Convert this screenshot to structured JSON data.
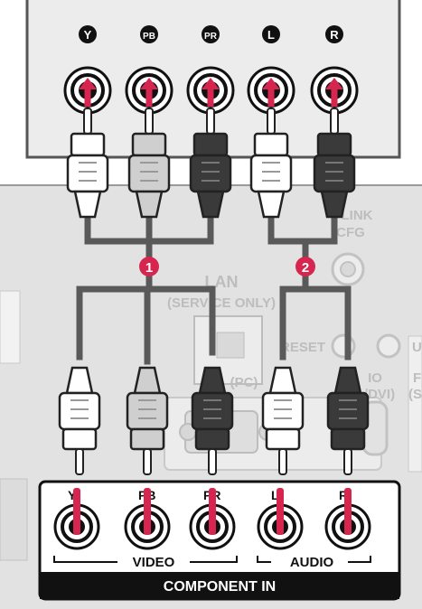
{
  "device_top": {
    "jacks": [
      {
        "label": "Y",
        "color": "#ffffff"
      },
      {
        "label": "PB",
        "color": "#dcdcdc"
      },
      {
        "label": "PR",
        "color": "#3c3c3c"
      },
      {
        "label": "L",
        "color": "#ffffff"
      },
      {
        "label": "R",
        "color": "#3c3c3c"
      }
    ]
  },
  "tv_panel": {
    "lan_label": "LAN",
    "lan_sublabel": "(SERVICE ONLY)",
    "link_label": "LINK",
    "cfg_label": "CFG",
    "reset_label": "RESET",
    "rgb_label": "(PC)",
    "audio_label": "IO",
    "dvi_label": "/DVI)",
    "u_label": "U",
    "f_label": "F",
    "s_label": "(S"
  },
  "steps": [
    {
      "number": "1"
    },
    {
      "number": "2"
    }
  ],
  "component_panel": {
    "jacks": [
      {
        "label": "Y"
      },
      {
        "label": "PB"
      },
      {
        "label": "PR"
      },
      {
        "label": "L"
      },
      {
        "label": "R"
      }
    ],
    "video_label": "VIDEO",
    "audio_label": "AUDIO",
    "title": "COMPONENT IN"
  },
  "colors": {
    "accent": "#d6264f",
    "cable_dark": "#555555",
    "panel_bg": "#e6e6e6",
    "plug_white": "#ffffff",
    "plug_gray": "#cfcfcf",
    "plug_black": "#3a3a3a"
  }
}
